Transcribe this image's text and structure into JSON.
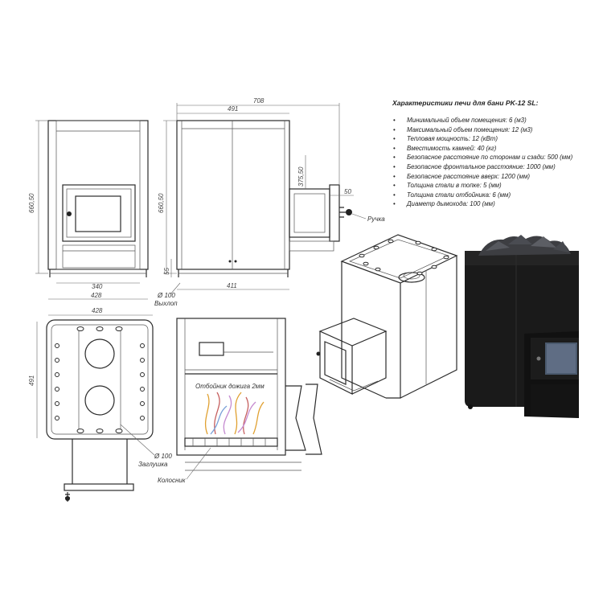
{
  "specs": {
    "title": "Характеристики печи для бани PK-12 SL:",
    "items": [
      "Минимальный  объем помещения: 6 (м3)",
      "Максимальный объем помещения: 12 (м3)",
      "Тепловая мощность: 12 (кВт)",
      "Вместимость камней: 40 (кг)",
      "Безопасное расстояние по сторонам и сзади: 500 (мм)",
      "Безопасное фронтальное расстояние: 1000 (мм)",
      "Безопасное расстояние вверх: 1200 (мм)",
      "Толщина стали в топке: 5 (мм)",
      "Толщина стали отбойника: 6 (мм)",
      "Диаметр дымохода: 100 (мм)"
    ]
  },
  "dimensions": {
    "front_height": "660,50",
    "front_inner_width": "340",
    "front_width": "428",
    "side_total_width": "708",
    "side_body_width": "491",
    "side_height": "660,50",
    "door_offset": "375,50",
    "handle_depth": "50",
    "leg_height": "55",
    "side_bottom_width": "411",
    "top_width": "428",
    "top_depth": "491"
  },
  "labels": {
    "handle": "Ручка",
    "flue_dia": "Ø 100",
    "flue_name": "Выхлоп",
    "plug_dia": "Ø 100",
    "plug_name": "Заглушка",
    "baffle": "Отбойник дожига 2мм",
    "grate": "Колосник"
  }
}
